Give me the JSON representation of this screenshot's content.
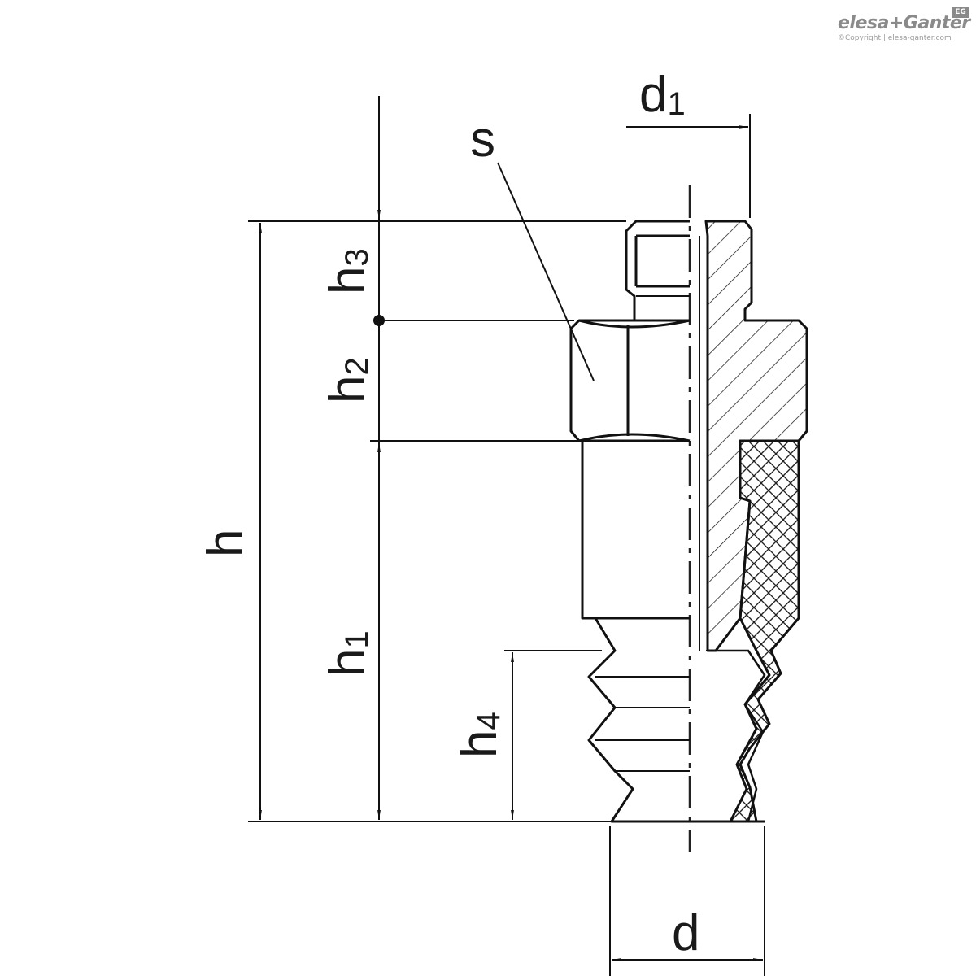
{
  "logo": {
    "brand": "elesa+Ganter",
    "badge": "EG",
    "copyright": "©Copyright | elesa-ganter.com"
  },
  "labels": {
    "s": "s",
    "d1": "d",
    "d1_sub": "1",
    "d": "d",
    "h": "h",
    "h1": "h",
    "h1_sub": "1",
    "h2": "h",
    "h2_sub": "2",
    "h3": "h",
    "h3_sub": "3",
    "h4": "h",
    "h4_sub": "4"
  }
}
